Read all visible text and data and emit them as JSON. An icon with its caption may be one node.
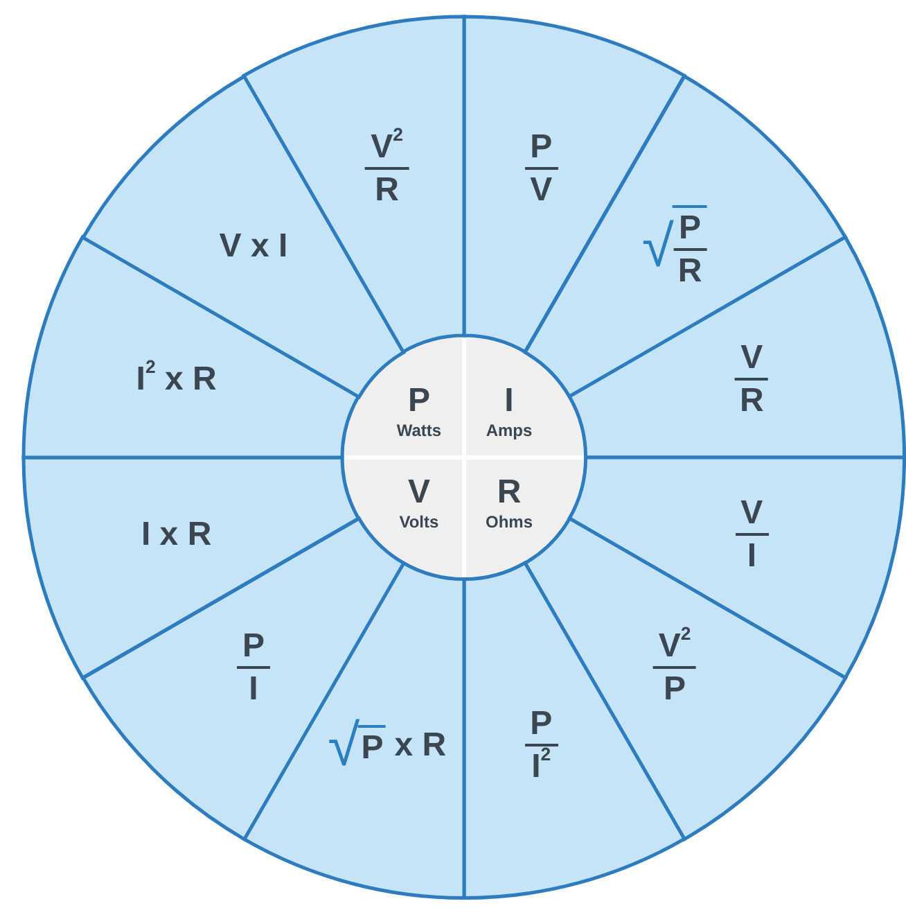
{
  "diagram": {
    "nodes": [
      {
        "text": [
          "P",
          "Watts"
        ]
      },
      {
        "text": [
          "I",
          "Amps"
        ]
      },
      {
        "text": [
          "V",
          "Volts"
        ]
      },
      {
        "text": [
          "R",
          "Ohms"
        ]
      },
      {
        "text": [
          "P",
          "V"
        ]
      },
      {
        "text": [
          "√",
          "P",
          "R"
        ]
      },
      {
        "text": [
          "V",
          "R"
        ]
      },
      {
        "text": [
          "V",
          "I"
        ]
      },
      {
        "text": [
          "V$^{2}$",
          "P"
        ]
      },
      {
        "text": [
          "P",
          "I$^{2}$"
        ]
      },
      {
        "text": [
          "√",
          "P",
          "x R"
        ]
      },
      {
        "text": [
          "P",
          "I"
        ]
      },
      {
        "text": [
          "I x R"
        ]
      },
      {
        "text": [
          "I$^{2}$ x R"
        ]
      },
      {
        "text": [
          "V x I"
        ]
      },
      {
        "text": [
          "V$^{2}$",
          "R"
        ]
      }
    ]
  }
}
